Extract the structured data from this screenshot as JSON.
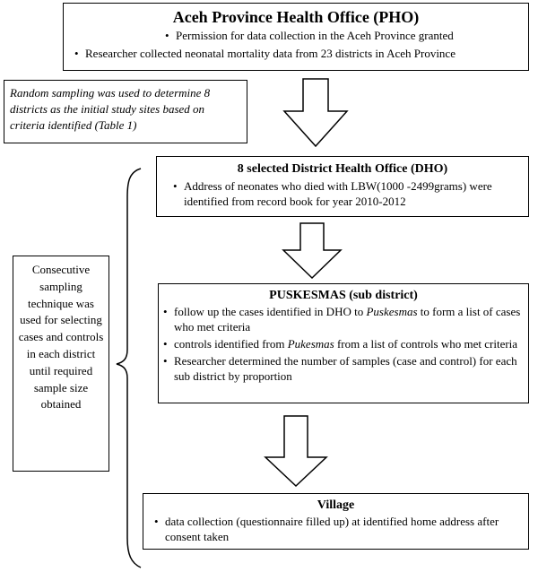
{
  "pho": {
    "title": "Aceh Province Health Office (PHO)",
    "bullets": [
      "Permission for data collection in the Aceh Province granted",
      "Researcher collected neonatal mortality data from 23 districts in Aceh Province"
    ]
  },
  "random_note": "Random sampling was used to determine 8 districts as the initial study sites based on criteria identified (Table 1)",
  "dho": {
    "title": "8 selected District Health Office (DHO)",
    "bullets": [
      "Address of  neonates who died with LBW(1000 -2499grams) were identified from record book for year 2010-2012"
    ]
  },
  "puskesmas": {
    "title": "PUSKESMAS (sub district)",
    "b1_pre": "follow up the cases identified in DHO to ",
    "b1_em": "Puskesmas",
    "b1_post": " to form a list of cases who met criteria",
    "b2_pre": " controls identified from ",
    "b2_em": "Pukesmas",
    "b2_post": " from a  list of controls who met criteria",
    "b3": "Researcher determined the number of samples (case and control) for each sub district by proportion"
  },
  "village": {
    "title": "Village",
    "bullets": [
      "data collection (questionnaire filled up) at identified home address after consent taken"
    ]
  },
  "consecutive_note": "Consecutive sampling technique was used for selecting cases and controls in each district until required sample size obtained"
}
